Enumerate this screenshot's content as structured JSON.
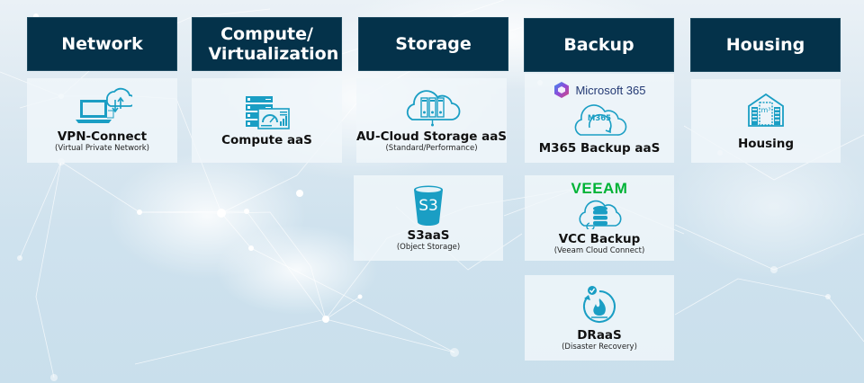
{
  "colors": {
    "header_bg": "#04324a",
    "header_text": "#ffffff",
    "icon_accent": "#1a9ec4",
    "veeam_green": "#00b336"
  },
  "columns": [
    {
      "header": "Network",
      "cards": [
        {
          "icon": "vpn-laptop-cloud-icon",
          "title": "VPN-Connect",
          "subtitle": "(Virtual Private Network)"
        }
      ]
    },
    {
      "header": "Compute/ Virtualization",
      "cards": [
        {
          "icon": "server-dashboard-icon",
          "title": "Compute aaS"
        }
      ]
    },
    {
      "header": "Storage",
      "cards": [
        {
          "icon": "cloud-storage-icon",
          "title": "AU-Cloud Storage aaS",
          "subtitle": "(Standard/Performance)"
        },
        {
          "icon": "s3-bucket-icon",
          "icon_text": "S3",
          "title": "S3aaS",
          "subtitle": "(Object Storage)"
        }
      ]
    },
    {
      "header": "Backup",
      "cards": [
        {
          "brand": "Microsoft 365",
          "brand_icon": "microsoft-365-logo-icon",
          "icon": "m365-cloud-sync-icon",
          "icon_text": "M365",
          "title": "M365 Backup aaS"
        },
        {
          "brand": "VEEAM",
          "brand_icon": "veeam-logo",
          "icon": "cloud-database-icon",
          "title": "VCC Backup",
          "subtitle": "(Veeam Cloud Connect)"
        },
        {
          "icon": "disaster-recovery-icon",
          "title": "DRaaS",
          "subtitle": "(Disaster Recovery)"
        }
      ]
    },
    {
      "header": "Housing",
      "cards": [
        {
          "icon": "datacenter-housing-icon",
          "icon_text": "m³",
          "title": "Housing"
        }
      ]
    }
  ]
}
